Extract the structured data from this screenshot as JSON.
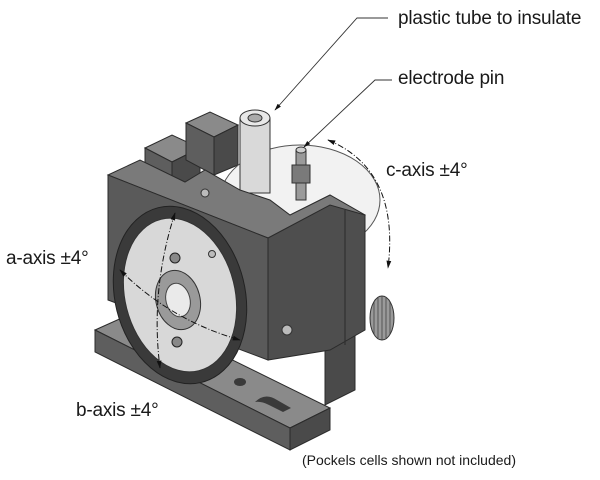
{
  "figure": {
    "callouts": {
      "tube": "plastic tube to insulate",
      "pin": "electrode pin"
    },
    "axes": {
      "a": "a-axis ±4°",
      "b": "b-axis ±4°",
      "c": "c-axis ±4°"
    },
    "note": "(Pockels cells shown not included)"
  },
  "colors": {
    "dark_face": "#5a5a5a",
    "mid_face": "#6e6e6e",
    "light_face": "#858585",
    "edge": "#2b2b2b",
    "disc": "#d8d8d8",
    "text": "#1a1a1a"
  }
}
